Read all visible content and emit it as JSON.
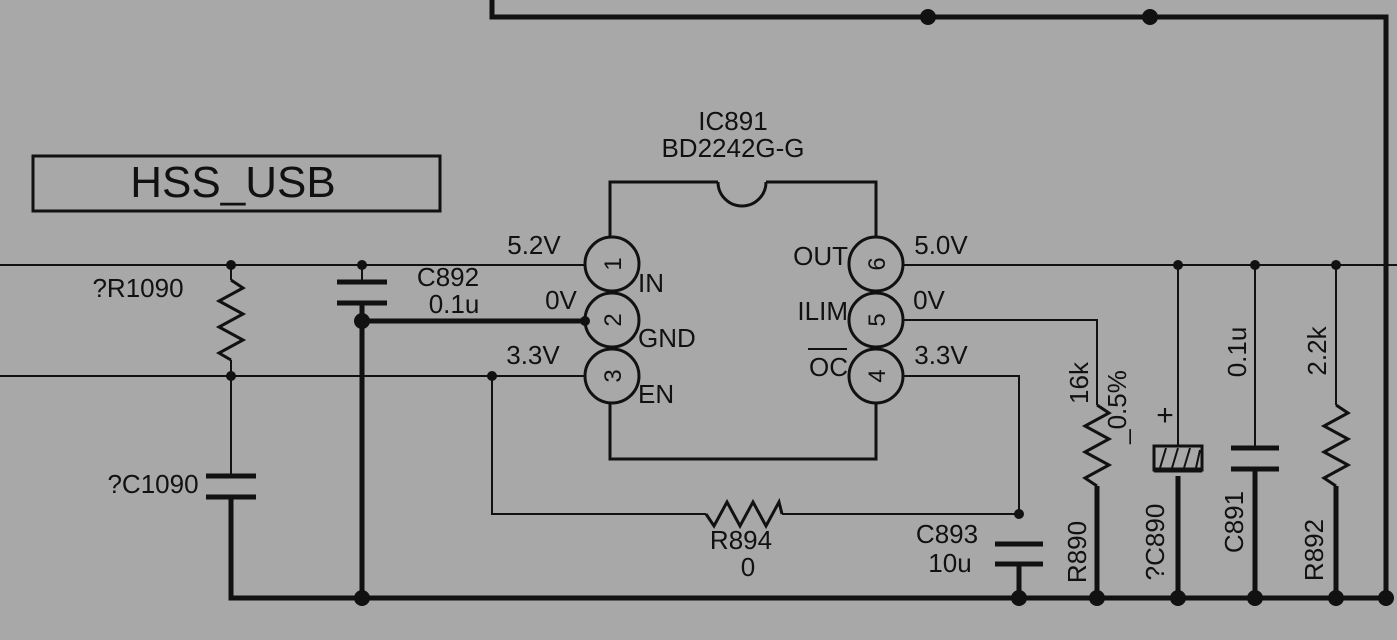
{
  "sheet": {
    "block_label": "HSS_USB"
  },
  "ic": {
    "ref": "IC891",
    "part": "BD2242G-G",
    "pins": [
      {
        "num": "1",
        "name": "IN",
        "voltage": "5.2V"
      },
      {
        "num": "2",
        "name": "GND",
        "voltage": "0V"
      },
      {
        "num": "3",
        "name": "EN",
        "voltage": "3.3V"
      },
      {
        "num": "4",
        "name": "OC",
        "voltage": "3.3V",
        "overbar": true
      },
      {
        "num": "5",
        "name": "ILIM",
        "voltage": "0V"
      },
      {
        "num": "6",
        "name": "OUT",
        "voltage": "5.0V"
      }
    ]
  },
  "components": {
    "r1090": {
      "ref": "?R1090"
    },
    "c1090": {
      "ref": "?C1090"
    },
    "c892": {
      "ref": "C892",
      "value": "0.1u"
    },
    "r894": {
      "ref": "R894",
      "value": "0"
    },
    "c893": {
      "ref": "C893",
      "value": "10u"
    },
    "r890": {
      "ref": "R890",
      "value": "16k",
      "tolerance": "_0.5%"
    },
    "c890": {
      "ref": "?C890",
      "polarity": "+"
    },
    "c891": {
      "ref": "C891",
      "value": "0.1u"
    },
    "r892": {
      "ref": "R892",
      "value": "2.2k"
    }
  }
}
